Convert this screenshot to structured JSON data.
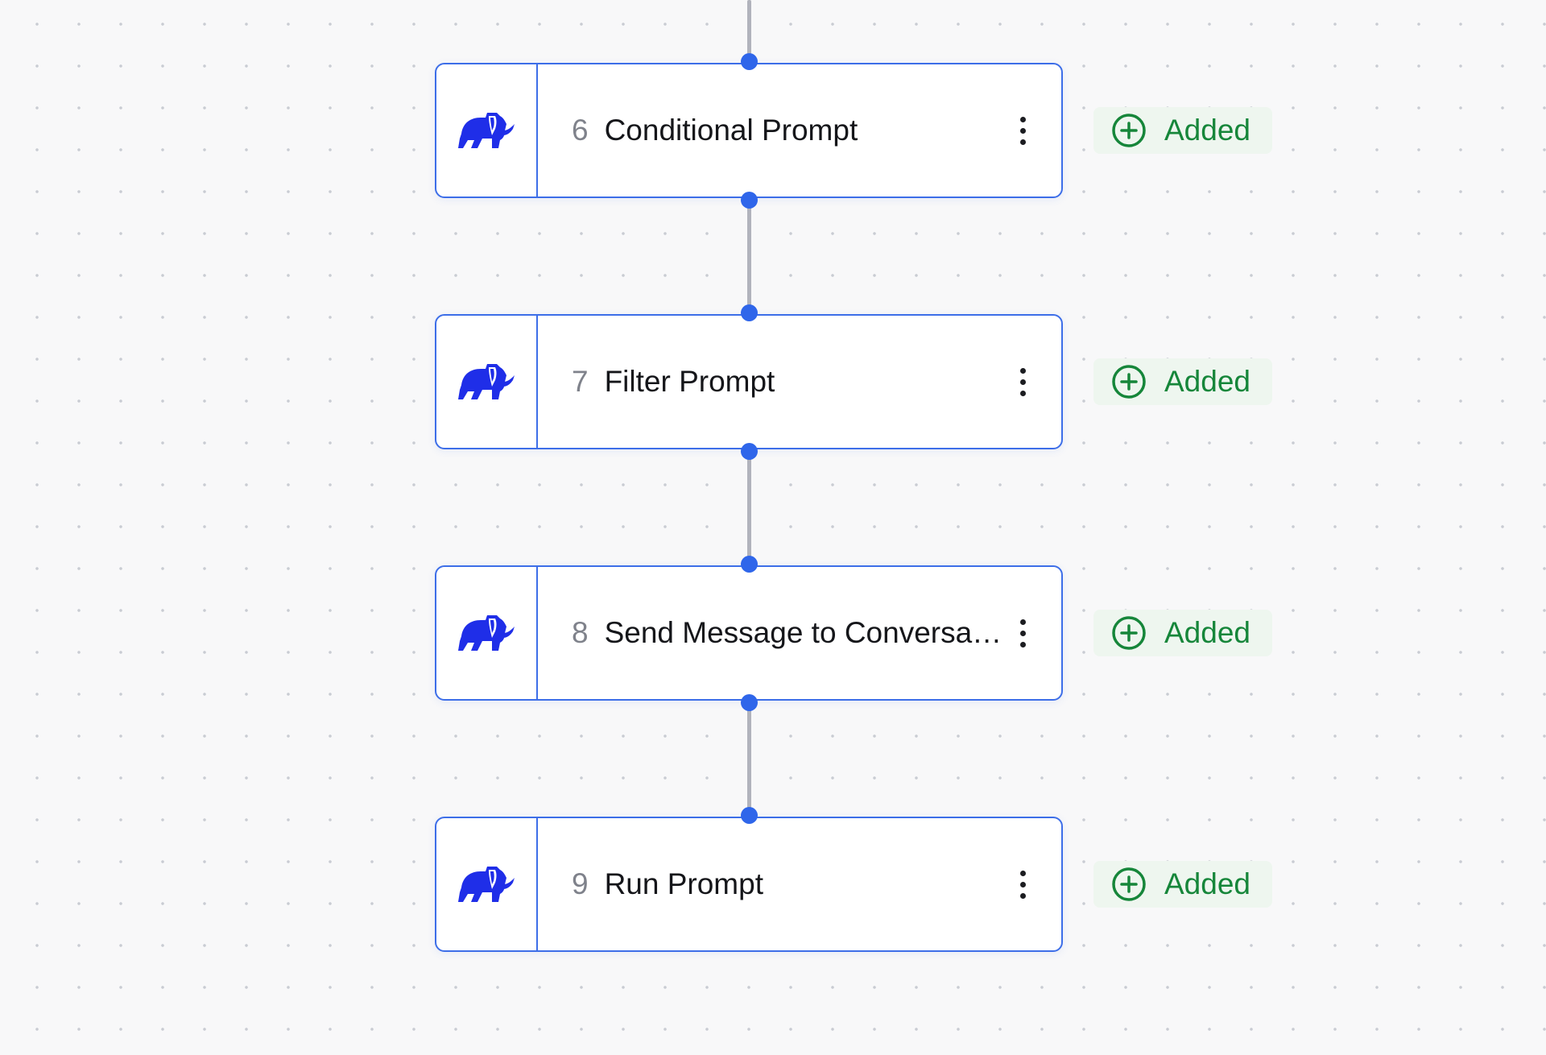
{
  "colors": {
    "accent": "#3d6ee8",
    "port": "#2f66ea",
    "connector": "#b1b3bc",
    "icon": "#1f2ee8",
    "added_text": "#16863a",
    "added_bg": "#eef6ef"
  },
  "icons": {
    "node": "elephant-icon",
    "menu": "more-vertical-icon",
    "status": "plus-circle-icon"
  },
  "nodes": [
    {
      "number": "6",
      "title": "Conditional Prompt",
      "status": "Added"
    },
    {
      "number": "7",
      "title": "Filter Prompt",
      "status": "Added"
    },
    {
      "number": "8",
      "title": "Send Message to Conversation",
      "status": "Added"
    },
    {
      "number": "9",
      "title": "Run Prompt",
      "status": "Added"
    }
  ]
}
